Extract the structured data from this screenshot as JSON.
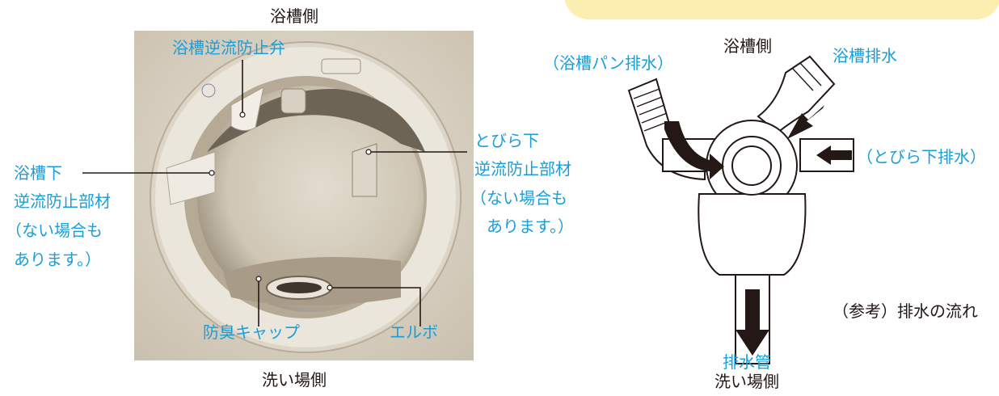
{
  "left": {
    "top_label": "浴槽側",
    "bottom_label": "洗い場側",
    "labels": {
      "valve": "浴槽逆流防止弁",
      "under_tub": [
        "浴槽下",
        "逆流防止部材",
        "（ない場合も",
        "あります。）"
      ],
      "under_door": [
        "とびら下",
        "逆流防止部材",
        "（ない場合も",
        "あります。）"
      ],
      "odor_cap": "防臭キャップ",
      "elbow": "エルボ"
    }
  },
  "right": {
    "top_label": "浴槽側",
    "pan_drain": "（浴槽パン排水）",
    "tub_drain": "浴槽排水",
    "door_drain": "（とびら下排水）",
    "drain_pipe": "排水管",
    "bottom_label": "洗い場側",
    "caption": "（参考）排水の流れ"
  },
  "colors": {
    "accent": "#1a9ed9",
    "text": "#231815",
    "bubble": "#fbeeb0"
  }
}
